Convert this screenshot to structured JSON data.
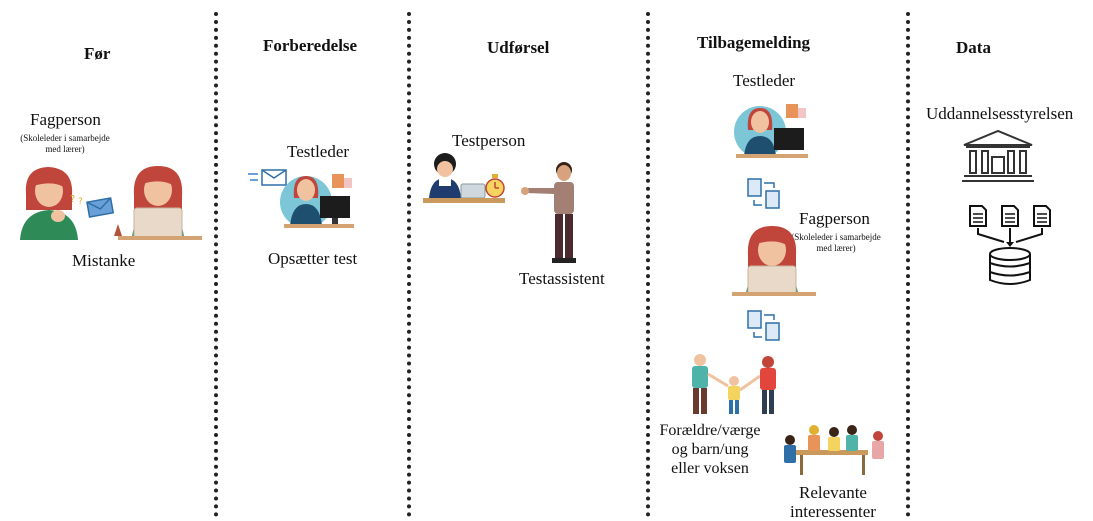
{
  "columns": {
    "foer": {
      "heading": "Før",
      "actor": "Fagperson",
      "actor_note_1": "(Skoleleder i samarbejde",
      "actor_note_2": "med lærer)",
      "step": "Mistanke"
    },
    "forberedelse": {
      "heading": "Forberedelse",
      "actor": "Testleder",
      "step": "Opsætter test"
    },
    "udfoersel": {
      "heading": "Udførsel",
      "actor_1": "Testperson",
      "actor_2": "Testassistent"
    },
    "tilbagemelding": {
      "heading": "Tilbagemelding",
      "actor_1": "Testleder",
      "actor_2": "Fagperson",
      "actor_2_note_1": "(Skoleleder i samarbejde",
      "actor_2_note_2": "med lærer)",
      "family_1": "Forældre/værge",
      "family_2": "og barn/ung",
      "family_3": "eller voksen",
      "stakeholders_1": "Relevante",
      "stakeholders_2": "interessenter"
    },
    "data": {
      "heading": "Data",
      "agency": "Uddannelsesstyrelsen"
    }
  },
  "icons": {
    "person_woman": "woman-at-laptop-icon",
    "thinking": "thinking-woman-icon",
    "mail": "envelope-icon",
    "document_exchange": "document-exchange-icon",
    "building": "government-building-icon",
    "database": "database-icon",
    "timer": "stopwatch-icon",
    "family": "family-icon",
    "group": "meeting-group-icon"
  },
  "colors": {
    "skin": "#f0c2a0",
    "hair": "#c0453a",
    "green": "#2e8b57",
    "blue": "#2f6fa8",
    "orange": "#e8935a",
    "divider": "#222222"
  }
}
